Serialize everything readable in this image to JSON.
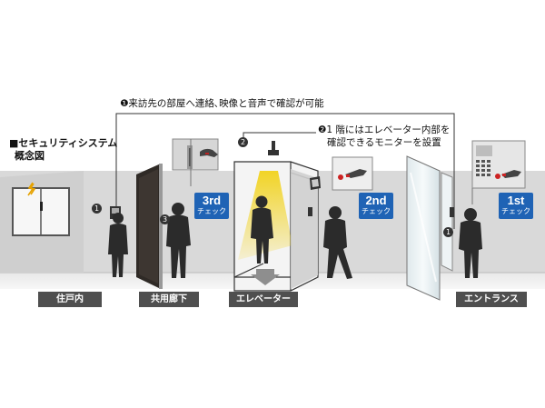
{
  "title_lines": [
    "■セキュリティシステム",
    "概念図"
  ],
  "note1": "❶来訪先の部屋へ連絡､映像と音声で確認が可能",
  "note2_lines": [
    "❷1 階にはエレベーター内部を",
    "確認できるモニターを設置"
  ],
  "badges": [
    {
      "big": "3rd",
      "small": "チェック"
    },
    {
      "big": "2nd",
      "small": "チェック"
    },
    {
      "big": "1st",
      "small": "チェック"
    }
  ],
  "zone_labels": [
    "住戸内",
    "共用廊下",
    "エレベーター",
    "エントランス"
  ],
  "markers": [
    "1",
    "3",
    "2",
    "1"
  ],
  "colors": {
    "badge_blue": "#1f63b5",
    "label_gray": "#4f4f4f",
    "light_yellow": "#f2d21a"
  }
}
